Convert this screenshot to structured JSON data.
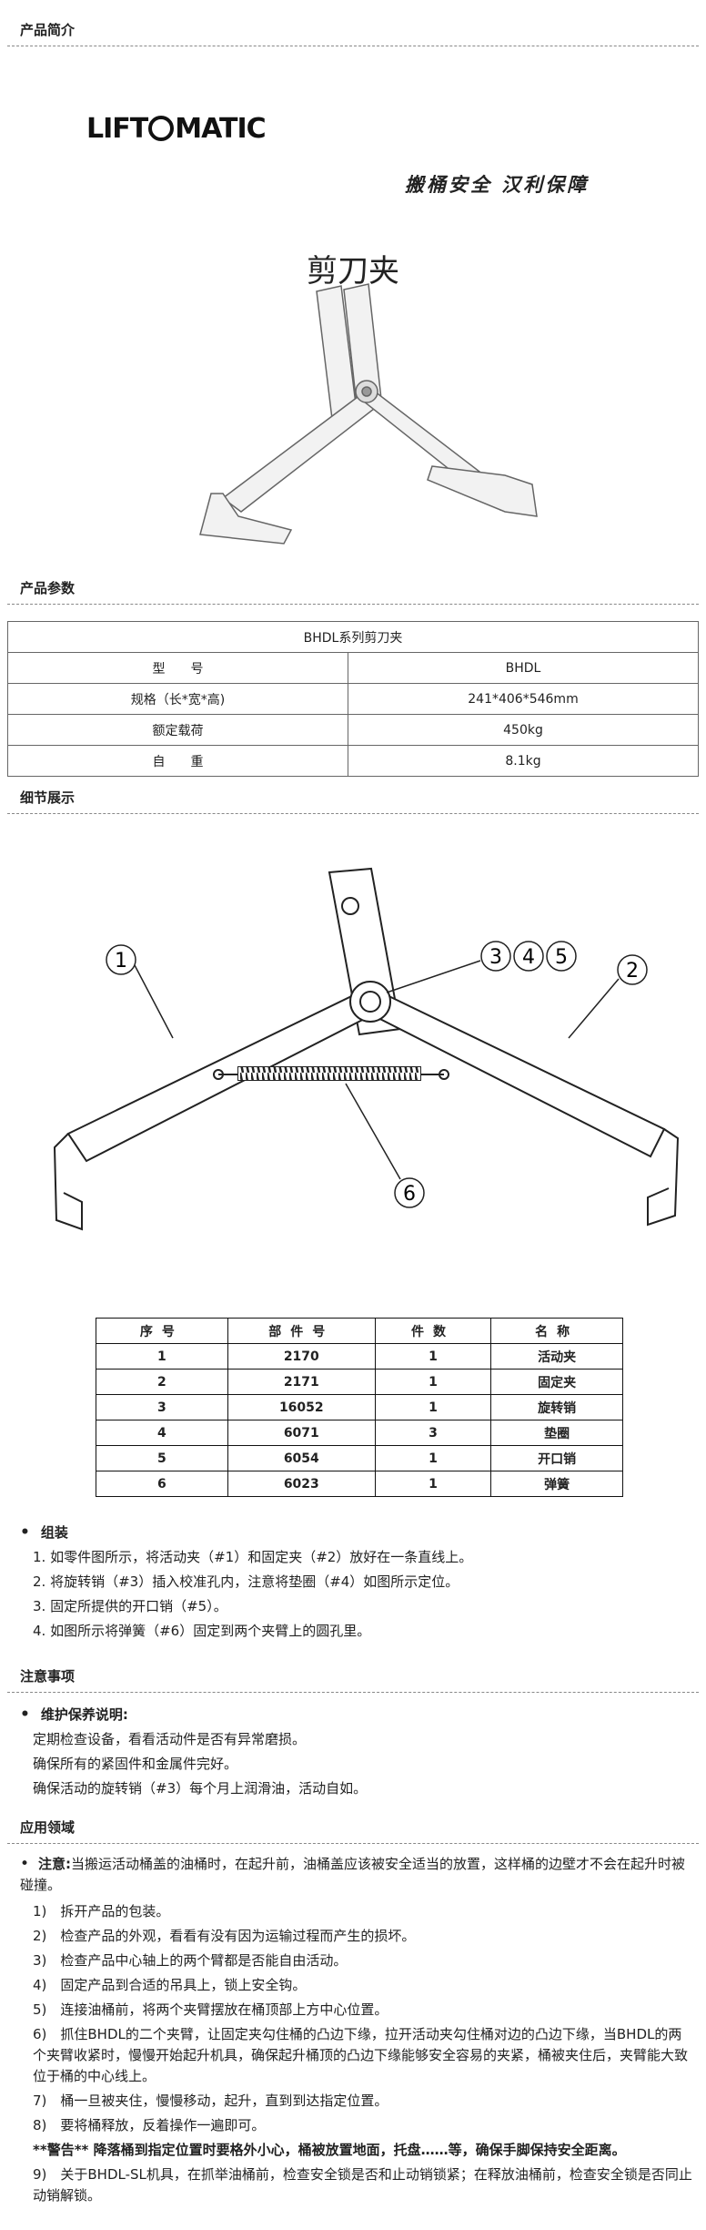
{
  "sections": {
    "intro": "产品简介",
    "params": "产品参数",
    "detail": "细节展示",
    "notes": "注意事项",
    "application": "应用领域"
  },
  "hero": {
    "logo_left": "LIFT",
    "logo_right": "MATIC",
    "slogan": "搬桶安全 汉利保障",
    "product_name": "剪刀夹"
  },
  "params_table": {
    "title": "BHDL系列剪刀夹",
    "rows": [
      {
        "label": "型　　号",
        "value": "BHDL"
      },
      {
        "label": "规格（长*宽*高)",
        "value": "241*406*546mm"
      },
      {
        "label": "额定载荷",
        "value": "450kg"
      },
      {
        "label": "自　　重",
        "value": "8.1kg"
      }
    ]
  },
  "diagram": {
    "callouts": [
      "1",
      "2",
      "3",
      "4",
      "5",
      "6"
    ]
  },
  "parts_table": {
    "headers": [
      "序号",
      "部件号",
      "件数",
      "名称"
    ],
    "rows": [
      [
        "1",
        "2170",
        "1",
        "活动夹"
      ],
      [
        "2",
        "2171",
        "1",
        "固定夹"
      ],
      [
        "3",
        "16052",
        "1",
        "旋转销"
      ],
      [
        "4",
        "6071",
        "3",
        "垫圈"
      ],
      [
        "5",
        "6054",
        "1",
        "开口销"
      ],
      [
        "6",
        "6023",
        "1",
        "弹簧"
      ]
    ]
  },
  "assembly": {
    "heading": "组装",
    "steps": [
      "1. 如零件图所示，将活动夹（#1）和固定夹（#2）放好在一条直线上。",
      "2. 将旋转销（#3）插入校准孔内，注意将垫圈（#4）如图所示定位。",
      "3. 固定所提供的开口销（#5）。",
      "4. 如图所示将弹簧（#6）固定到两个夹臂上的圆孔里。"
    ]
  },
  "maintenance": {
    "heading": "维护保养说明:",
    "lines": [
      "定期检查设备，看看活动件是否有异常磨损。",
      "确保所有的紧固件和金属件完好。",
      "确保活动的旋转销（#3）每个月上润滑油，活动自如。"
    ]
  },
  "application": {
    "note_label": "注意:",
    "note_text": "当搬运活动桶盖的油桶时，在起升前，油桶盖应该被安全适当的放置，这样桶的边壁才不会在起升时被碰撞。",
    "steps": [
      "1)　拆开产品的包装。",
      "2)　检查产品的外观，看看有没有因为运输过程而产生的损坏。",
      "3)　检查产品中心轴上的两个臂都是否能自由活动。",
      "4)　固定产品到合适的吊具上，锁上安全钩。",
      "5)　连接油桶前，将两个夹臂摆放在桶顶部上方中心位置。",
      "6)　抓住BHDL的二个夹臂，让固定夹勾住桶的凸边下缘，拉开活动夹勾住桶对边的凸边下缘，当BHDL的两个夹臂收紧时，慢慢开始起升机具，确保起升桶顶的凸边下缘能够安全容易的夹紧，桶被夹住后，夹臂能大致位于桶的中心线上。",
      "7)　桶一旦被夹住，慢慢移动，起升，直到到达指定位置。",
      "8)　要将桶释放，反着操作一遍即可。"
    ],
    "warning": "**警告** 降落桶到指定位置时要格外小心，桶被放置地面，托盘……等，确保手脚保持安全距离。",
    "step9": "9)　关于BHDL-SL机具，在抓举油桶前，检查安全锁是否和止动销锁紧；在释放油桶前，检查安全锁是否同止动销解锁。"
  }
}
